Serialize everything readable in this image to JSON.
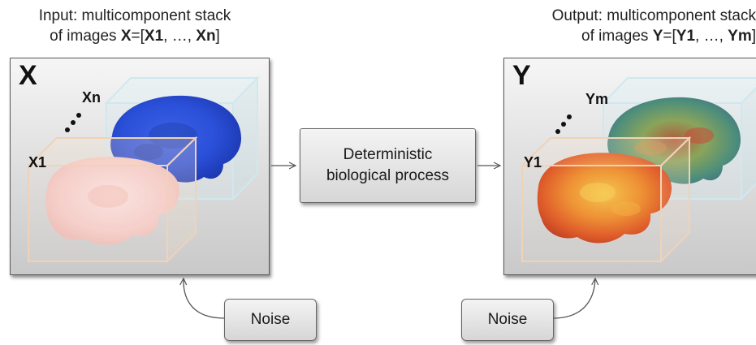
{
  "input_caption": {
    "line1": "Input: multicomponent stack",
    "line2_prefix": "of images ",
    "var": "X",
    "eq": "=[",
    "first": "X1",
    "sep": ", …, ",
    "last": "Xn",
    "close": "]"
  },
  "output_caption": {
    "line1": "Output: multicomponent stack",
    "line2_prefix": "of images ",
    "var": "Y",
    "eq": "=[",
    "first": "Y1",
    "sep": ", …, ",
    "last": "Ym",
    "close": "]"
  },
  "panel_x": {
    "letter": "X",
    "front_label": "X1",
    "back_label": "Xn"
  },
  "panel_y": {
    "letter": "Y",
    "front_label": "Y1",
    "back_label": "Ym"
  },
  "process": {
    "line1": "Deterministic",
    "line2": "biological process"
  },
  "noise_left": "Noise",
  "noise_right": "Noise",
  "colors": {
    "panel_bg": "#dcdcdc",
    "x1_brain": "#f4c9c6",
    "xn_brain": "#2e52d6",
    "y1_brain": "#e0541a",
    "ym_brain": "#5e9a6e",
    "front_box": "#f0d2b8",
    "back_box": "#cfe8ef"
  }
}
